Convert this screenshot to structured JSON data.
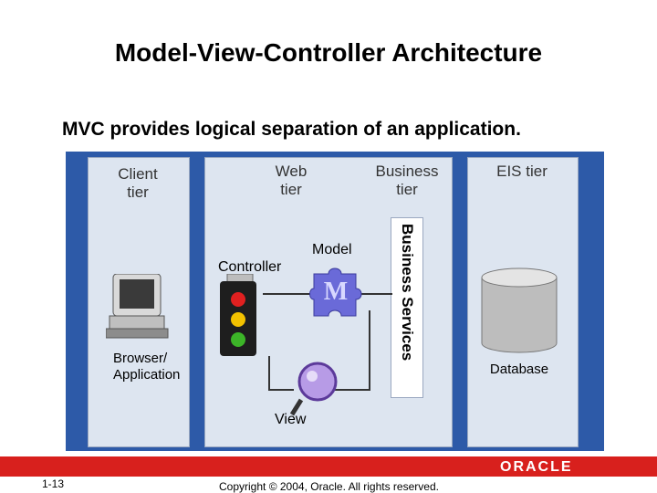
{
  "title": "Model-View-Controller Architecture",
  "subtitle": "MVC provides logical separation of an application.",
  "tiers": {
    "client": "Client tier",
    "web": "Web tier",
    "business": "Business tier",
    "eis": "EIS tier"
  },
  "nodes": {
    "controller": "Controller",
    "model": "Model",
    "view": "View",
    "browser": "Browser/ Application",
    "business_services": "Business Services",
    "database": "Database"
  },
  "model_icon_letter": "M",
  "footer": {
    "page_number": "1-13",
    "copyright": "Copyright © 2004, Oracle.  All rights reserved.",
    "logo": "ORACLE"
  },
  "colors": {
    "frame": "#2d5aa8",
    "panel": "#dde5f0",
    "footer_bar": "#d8201d"
  }
}
